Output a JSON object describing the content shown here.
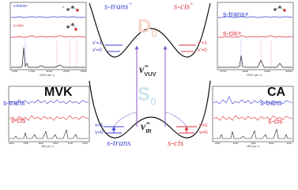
{
  "colors": {
    "blue": "#3a3fd0",
    "red": "#e0303a",
    "black": "#222222"
  },
  "labels": {
    "strans_plus": "s-trans",
    "scis_plus": "s-cis",
    "plus": "+",
    "d0": "D",
    "d0_sub": "0",
    "s0": "S",
    "s0_sub": "0",
    "nu_vuv": "ν̃",
    "nu_vuv_sub": "VUV",
    "nu_ir": "ν̃",
    "nu_ir_sub": "IR",
    "strans": "s-trans",
    "scis": "s-cis",
    "mvk": "MVK",
    "ca": "CA",
    "v1": "v'=1",
    "v0": "v'=0",
    "v1g": "v=1",
    "v0g": "v=0"
  },
  "top_left": {
    "legend_trans": "s-trans+",
    "legend_cis": "s-cis+",
    "ticks": [
      "77600",
      "77900",
      "78200",
      "78500",
      "78800"
    ],
    "axis_label": "ν̃VUV (cm⁻¹)"
  },
  "top_right": {
    "legend_trans": "s-trans+",
    "legend_cis": "s-cis+",
    "ticks": [
      "79700",
      "79800",
      "79900",
      "80000"
    ],
    "axis_label": "ν̃VUV (cm⁻¹)"
  },
  "bottom_left": {
    "label_trans": "s-trans",
    "label_cis": "s-cis",
    "ticks": [
      "2900",
      "2950",
      "3000",
      "3050",
      "3100",
      "3150"
    ],
    "axis_label": "ν̃IR (cm⁻¹)"
  },
  "bottom_right": {
    "label_trans": "s-trans",
    "label_cis": "s-cis",
    "ticks": [
      "2900",
      "2950",
      "3000",
      "3050",
      "3100"
    ],
    "axis_label": "ν̃IR (cm⁻¹)"
  }
}
